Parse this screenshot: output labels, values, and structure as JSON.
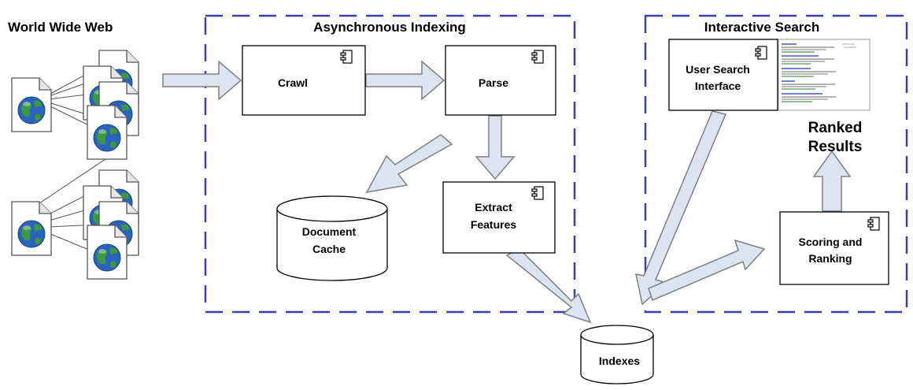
{
  "sections": {
    "web": {
      "title": "World Wide Web"
    },
    "indexing": {
      "title": "Asynchronous Indexing"
    },
    "search": {
      "title": "Interactive Search"
    }
  },
  "components": {
    "crawl": "Crawl",
    "parse": "Parse",
    "extract": [
      "Extract",
      "Features"
    ],
    "user_search": [
      "User Search",
      "Interface"
    ],
    "scoring": [
      "Scoring and",
      "Ranking"
    ]
  },
  "stores": {
    "document_cache": [
      "Document",
      "Cache"
    ],
    "indexes": "Indexes"
  },
  "ranked_results": [
    "Ranked",
    "Results"
  ],
  "colors": {
    "dashed_border": "#3b3bc4",
    "arrow_fill": "#dbe5f1",
    "arrow_stroke": "#7f7f7f",
    "globe_ocean": "#2a62c0",
    "globe_land": "#3c9a3c"
  },
  "icons": {
    "component": "uml-component-icon",
    "web_page": "globe-document-icon"
  }
}
